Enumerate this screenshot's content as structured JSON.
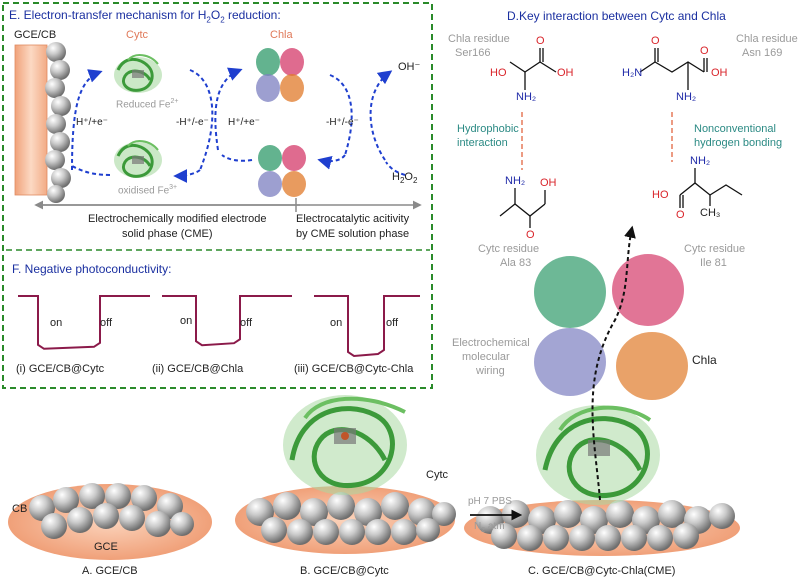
{
  "panelE": {
    "title_pre": "E. Electron-transfer mechanism for H",
    "title_sub": "2",
    "title_mid": "O",
    "title_sub2": "2",
    "title_post": " reduction:",
    "gce_cb": "GCE/CB",
    "cytc": "Cytc",
    "chla": "Chla",
    "reduced_pre": "Reduced Fe",
    "reduced_sup": "2+",
    "oxidised_pre": "oxidised Fe",
    "oxidised_sup": "3+",
    "h_e_1": "H⁺/+e⁻",
    "minus_h_e_1": "-H⁺/-e⁻",
    "h_e_2": "H⁺/+e⁻",
    "minus_h_e_2": "-H⁺/-e⁻",
    "oh": "OH⁻",
    "h2o2_pre": "H",
    "h2o2_sub": "2",
    "h2o2_mid": "O",
    "h2o2_sub2": "2",
    "cme_line1": "Electrochemically modified electrode",
    "cme_line2": "solid phase (CME)",
    "sol_line1": "Electrocatalytic acitivity",
    "sol_line2": "by CME solution phase"
  },
  "panelF": {
    "title": "F. Negative photoconductivity:",
    "on": "on",
    "off": "off",
    "traces": [
      {
        "label": "(i) GCE/CB@Cytc",
        "drop": 0.88
      },
      {
        "label": "(ii) GCE/CB@Chla",
        "drop": 0.82
      },
      {
        "label": "(iii) GCE/CB@Cytc-Chla",
        "drop": 1.0
      }
    ]
  },
  "panelD": {
    "title": "D.Key interaction between Cytc and Chla",
    "chla_ser_1": "Chla residue",
    "chla_ser_2": "Ser166",
    "chla_asn_1": "Chla residue",
    "chla_asn_2": "Asn 169",
    "hydrophobic_1": "Hydrophobic",
    "hydrophobic_2": "interaction",
    "nonconv_1": "Nonconventional",
    "nonconv_2": "hydrogen bonding",
    "cytc_ala_1": "Cytc residue",
    "cytc_ala_2": "Ala 83",
    "cytc_ile_1": "Cytc residue",
    "cytc_ile_2": "Ile 81",
    "atoms": {
      "O": "O",
      "HO": "HO",
      "OH": "OH",
      "H2N": "H₂N",
      "NH2": "NH₂",
      "CH3": "CH₃"
    }
  },
  "panelC": {
    "wiring_1": "Electrochemical",
    "wiring_2": "molecular",
    "wiring_3": "wiring",
    "chla": "Chla",
    "caption": "C. GCE/CB@Cytc-Chla(CME)"
  },
  "panelA": {
    "cb": "CB",
    "gce": "GCE",
    "caption": "A. GCE/CB"
  },
  "panelB": {
    "cytc": "Cytc",
    "caption": "B. GCE/CB@Cytc"
  },
  "arrow": {
    "line1": "pH 7 PBS",
    "line2_pre": "N",
    "line2_sub": "2",
    "line2_post": " atm"
  },
  "colors": {
    "dash_green": "#2a8a2a",
    "blue_arrow": "#1f3fcf",
    "electrode": "#f3b08a",
    "protein_green": "#5db35a",
    "trace": "#8b1a4a",
    "oxygen": "#d9252b",
    "nitrogen": "#1f2aa8"
  }
}
